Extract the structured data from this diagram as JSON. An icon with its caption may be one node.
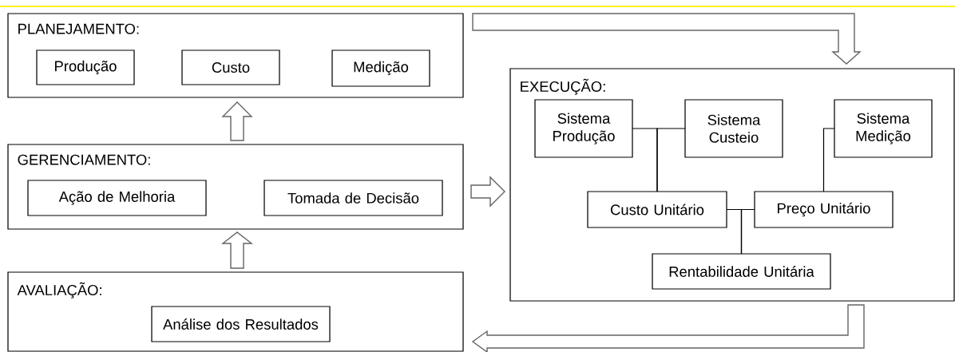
{
  "diagram": {
    "nodes": [
      {
        "text": [
          "PLANEJAMENTO:"
        ]
      },
      {
        "text": [
          "Produção"
        ],
        "in": 0
      },
      {
        "text": [
          "Custo"
        ],
        "in": 0
      },
      {
        "text": [
          "Medição"
        ],
        "in": 0
      },
      {
        "text": [
          "GERENCIAMENTO:"
        ]
      },
      {
        "text": [
          "Ação de Melhoria"
        ],
        "in": 4
      },
      {
        "text": [
          "Tomada de Decisão"
        ],
        "in": 4
      },
      {
        "text": [
          "AVALIAÇÃO:"
        ]
      },
      {
        "text": [
          "Análise dos Resultados"
        ],
        "in": 7
      },
      {
        "text": [
          "EXECUÇÃO:"
        ]
      },
      {
        "text": [
          "Sistema Produção"
        ],
        "in": 9
      },
      {
        "text": [
          "Sistema Custeio"
        ],
        "in": 9
      },
      {
        "text": [
          "Sistema Medição"
        ],
        "in": 9
      },
      {
        "text": [
          "Custo Unitário"
        ],
        "in": 9
      },
      {
        "text": [
          "Preço Unitário"
        ],
        "in": 9
      },
      {
        "text": [
          "Rentabilidade Unitária"
        ],
        "in": 9
      }
    ],
    "edges": [
      {
        "from": 7,
        "to": 4,
        "arrow": "to"
      },
      {
        "from": 4,
        "to": 0,
        "arrow": "to"
      },
      {
        "from": 4,
        "to": 9,
        "arrow": "to"
      },
      {
        "from": 0,
        "to": 9,
        "arrow": "to"
      },
      {
        "from": 9,
        "to": 7,
        "arrow": "to"
      },
      {
        "from": 10,
        "to": 13,
        "arrow": "none"
      },
      {
        "from": 11,
        "to": 13,
        "arrow": "none"
      },
      {
        "from": 12,
        "to": 14,
        "arrow": "none"
      },
      {
        "from": 13,
        "to": 15,
        "arrow": "none"
      },
      {
        "from": 14,
        "to": 15,
        "arrow": "none"
      }
    ]
  }
}
